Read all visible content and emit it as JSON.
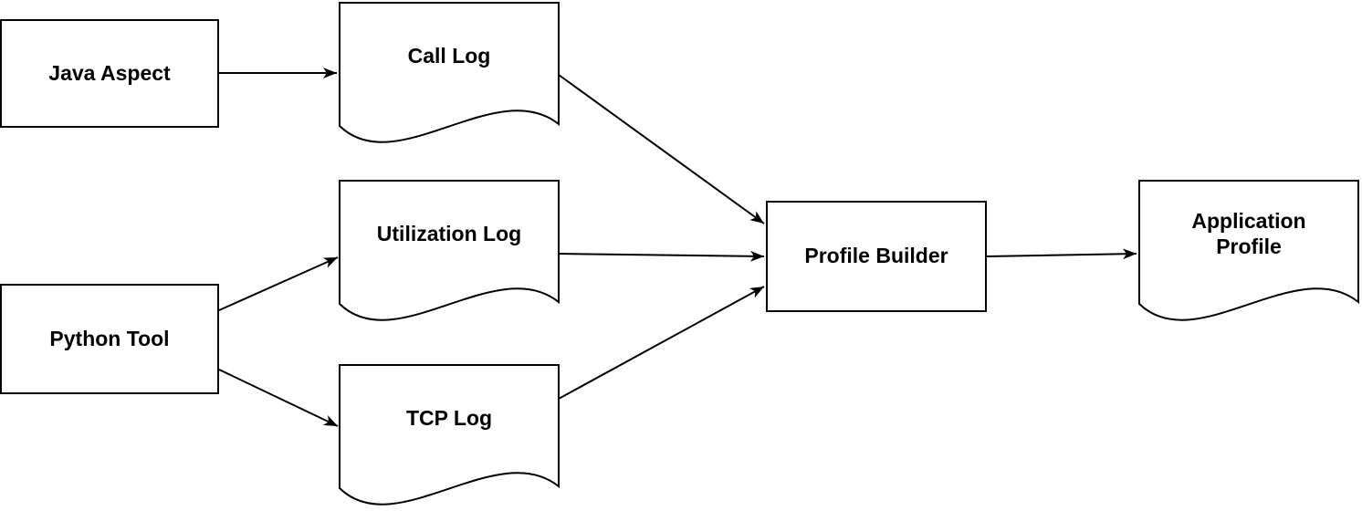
{
  "diagram": {
    "type": "flowchart",
    "background_color": "#ffffff",
    "stroke_color": "#000000",
    "fill_color": "#ffffff",
    "text_color": "#000000",
    "nodes": [
      {
        "id": "java-aspect",
        "label": "Java Aspect",
        "shape": "rectangle"
      },
      {
        "id": "call-log",
        "label": "Call Log",
        "shape": "document"
      },
      {
        "id": "python-tool",
        "label": "Python Tool",
        "shape": "rectangle"
      },
      {
        "id": "utilization-log",
        "label": "Utilization Log",
        "shape": "document"
      },
      {
        "id": "tcp-log",
        "label": "TCP Log",
        "shape": "document"
      },
      {
        "id": "profile-builder",
        "label": "Profile Builder",
        "shape": "rectangle"
      },
      {
        "id": "application-profile",
        "label": "Application Profile",
        "shape": "document"
      }
    ],
    "edges": [
      {
        "from": "java-aspect",
        "to": "call-log"
      },
      {
        "from": "call-log",
        "to": "profile-builder"
      },
      {
        "from": "python-tool",
        "to": "utilization-log"
      },
      {
        "from": "python-tool",
        "to": "tcp-log"
      },
      {
        "from": "utilization-log",
        "to": "profile-builder"
      },
      {
        "from": "tcp-log",
        "to": "profile-builder"
      },
      {
        "from": "profile-builder",
        "to": "application-profile"
      }
    ]
  }
}
